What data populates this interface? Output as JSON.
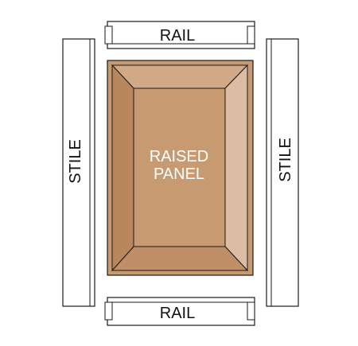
{
  "labels": {
    "rail_top": "RAIL",
    "rail_bottom": "RAIL",
    "stile_left": "STILE",
    "stile_right": "STILE",
    "panel_line1": "RAISED",
    "panel_line2": "PANEL"
  },
  "colors": {
    "outline": "#1a1a1a",
    "piece_fill": "#ffffff",
    "panel_field": "#c79a71",
    "bevel_top": "#d2a987",
    "bevel_right": "#dcbca2",
    "bevel_bottom": "#c08f67",
    "bevel_left": "#b8875e",
    "panel_text": "#ffffff"
  }
}
